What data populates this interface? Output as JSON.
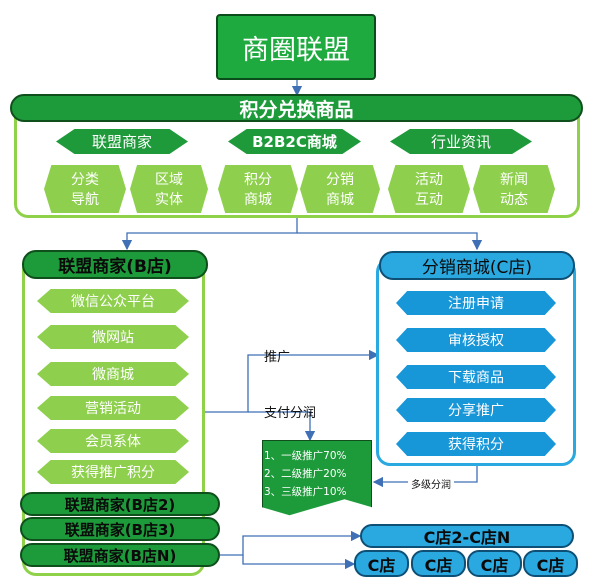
{
  "title": "商圈联盟",
  "points_mall": {
    "header": "积分兑换商品",
    "groups": [
      {
        "label": "联盟商家",
        "items": [
          "分类\n导航",
          "区域\n实体"
        ]
      },
      {
        "label": "B2B2C商城",
        "items": [
          "积分\n商城",
          "分销\n商城"
        ]
      },
      {
        "label": "行业资讯",
        "items": [
          "活动\n互动",
          "新闻\n动态"
        ]
      }
    ]
  },
  "alliance_merchant": {
    "header": "联盟商家(B店)",
    "steps": [
      "微信公众平台",
      "微网站",
      "微商城",
      "营销活动",
      "会员系体",
      "获得推广积分"
    ],
    "more": [
      "联盟商家(B店2)",
      "联盟商家(B店3)",
      "联盟商家(B店N)"
    ]
  },
  "distribution_mall": {
    "header": "分销商城(C店)",
    "steps": [
      "注册申请",
      "审核授权",
      "下载商品",
      "分享推广",
      "获得积分"
    ]
  },
  "labels": {
    "promote": "推广",
    "commission": "支付分润",
    "multi_level": "多级分润"
  },
  "commission_doc": [
    "1、一级推广70%",
    "2、二级推广20%",
    "3、三级推广10%"
  ],
  "c_stores": {
    "header": "C店2-C店N",
    "items": [
      "C店",
      "C店",
      "C店",
      "C店"
    ]
  }
}
